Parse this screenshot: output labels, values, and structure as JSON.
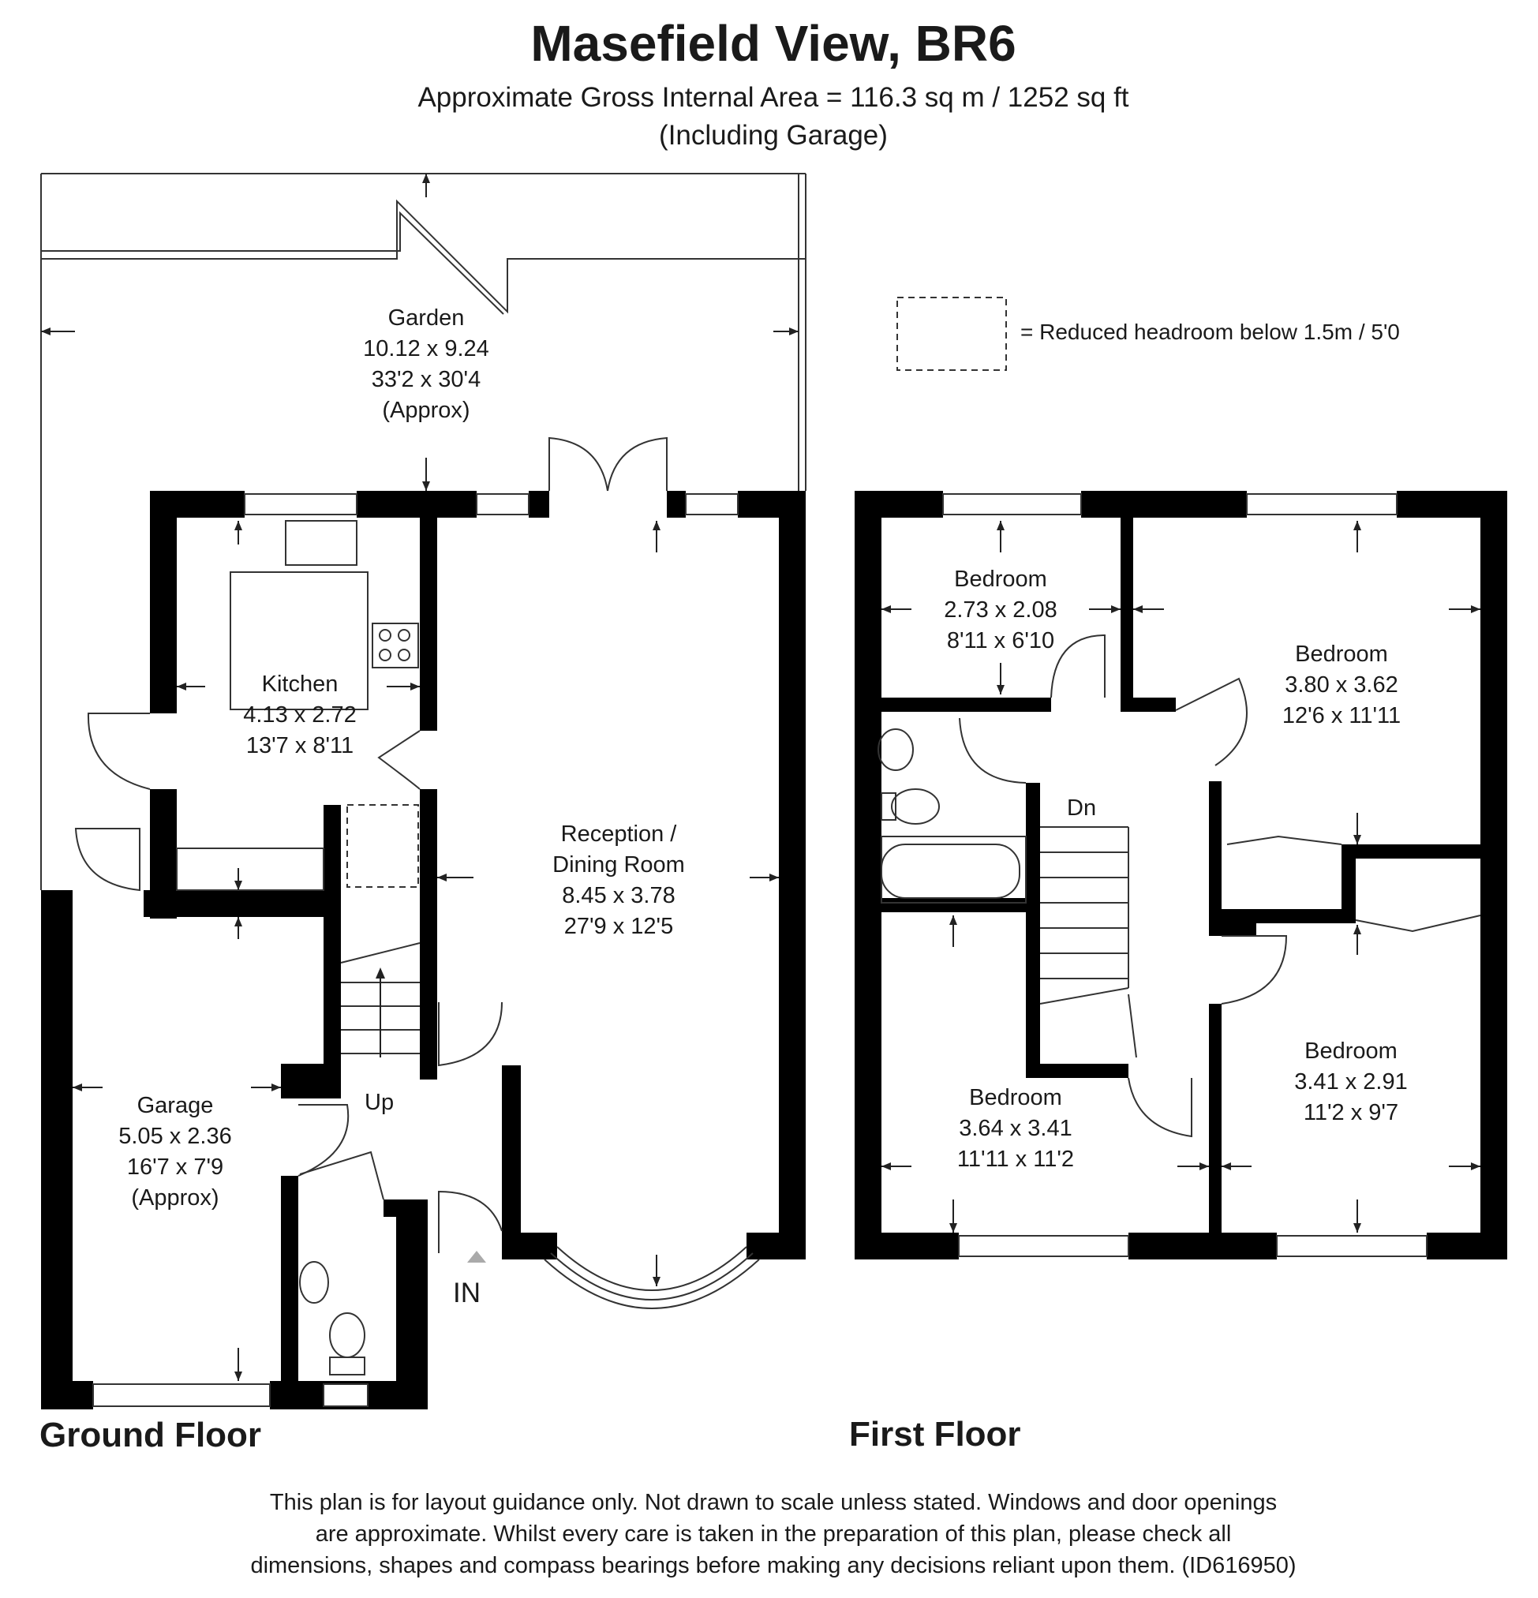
{
  "header": {
    "title": "Masefield View, BR6",
    "area": "Approximate Gross Internal Area = 116.3 sq m / 1252 sq ft",
    "area_note": "(Including Garage)"
  },
  "legend": {
    "reduced_headroom": "= Reduced headroom below 1.5m / 5'0"
  },
  "ground_floor": {
    "label": "Ground Floor",
    "garden": {
      "name": "Garden",
      "metric": "10.12 x 9.24",
      "imperial": "33'2 x 30'4",
      "note": "(Approx)"
    },
    "kitchen": {
      "name": "Kitchen",
      "metric": "4.13 x 2.72",
      "imperial": "13'7 x 8'11"
    },
    "reception": {
      "name_line1": "Reception /",
      "name_line2": "Dining Room",
      "metric": "8.45 x 3.78",
      "imperial": "27'9 x 12'5"
    },
    "garage": {
      "name": "Garage",
      "metric": "5.05 x 2.36",
      "imperial": "16'7 x 7'9",
      "note": "(Approx)"
    },
    "stairs_label": "Up",
    "entrance_label": "IN"
  },
  "first_floor": {
    "label": "First Floor",
    "stairs_label": "Dn",
    "bedroom_small": {
      "name": "Bedroom",
      "metric": "2.73 x 2.08",
      "imperial": "8'11 x 6'10"
    },
    "bedroom_rear_right": {
      "name": "Bedroom",
      "metric": "3.80 x 3.62",
      "imperial": "12'6 x 11'11"
    },
    "bedroom_front_left": {
      "name": "Bedroom",
      "metric": "3.64 x 3.41",
      "imperial": "11'11 x 11'2"
    },
    "bedroom_front_right": {
      "name": "Bedroom",
      "metric": "3.41 x 2.91",
      "imperial": "11'2 x 9'7"
    }
  },
  "footer": {
    "line1": "This plan is for layout guidance only. Not drawn to scale unless stated. Windows and door openings",
    "line2": "are approximate. Whilst every care is taken in the preparation of this plan, please check all",
    "line3": "dimensions, shapes and compass bearings before making any decisions reliant upon them. (ID616950)"
  }
}
